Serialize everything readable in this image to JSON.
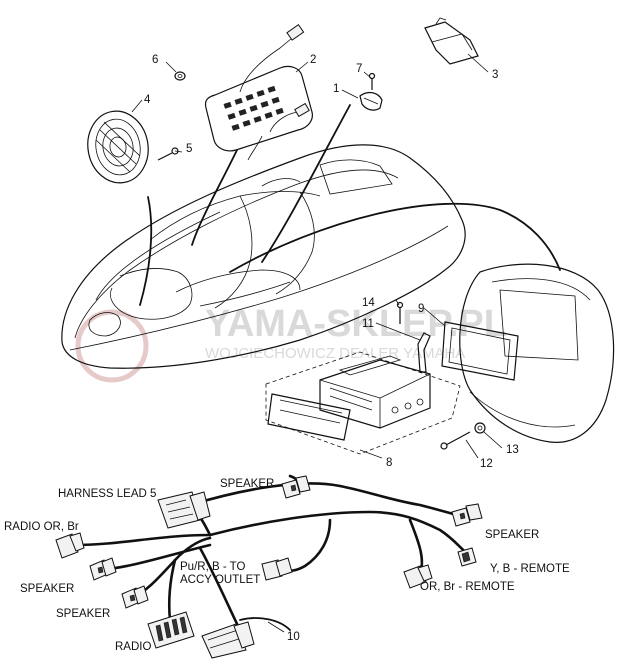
{
  "watermark": {
    "line1": "YAMA-SKLEP.PL",
    "line2": "WOJCIECHOWICZ DEALER YAMAHA"
  },
  "callouts": [
    "1",
    "2",
    "3",
    "4",
    "5",
    "6",
    "7",
    "8",
    "9",
    "10",
    "11",
    "12",
    "13",
    "14"
  ],
  "wire_labels": {
    "harness_lead": "HARNESS LEAD 5",
    "speaker_top": "SPEAKER",
    "radio_or_br": "RADIO OR, Br",
    "speaker_right": "SPEAKER",
    "speaker_left_upper": "SPEAKER",
    "speaker_left_lower": "SPEAKER",
    "accy_line1": "Pu/R, B - TO",
    "accy_line2": "ACCY OUTLET",
    "remote_yb": "Y, B - REMOTE",
    "remote_orbr": "OR, Br - REMOTE",
    "radio": "RADIO"
  }
}
